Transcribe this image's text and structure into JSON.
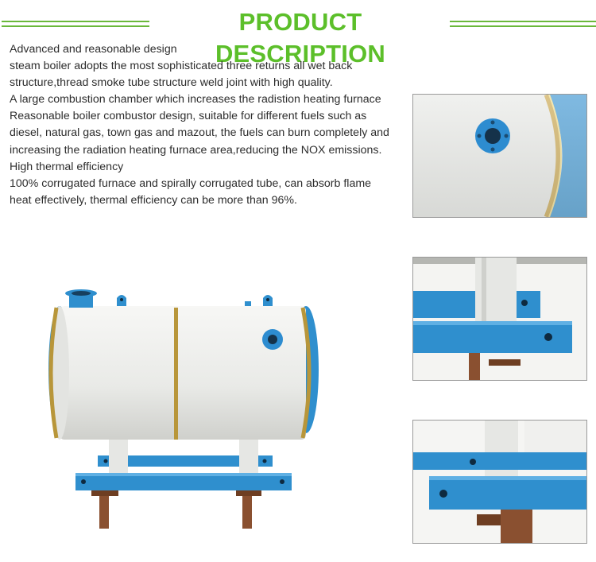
{
  "header": {
    "title": "PRODUCT DESCRIPTION"
  },
  "description": {
    "lines": [
      "Advanced and reasonable design",
      "steam boiler adopts the most sophisticated three returns all wet back",
      "structure,thread smoke tube structure weld joint with high quality.",
      "A large combustion chamber which increases the radistion heating furnace",
      "Reasonable boiler combustor design, suitable for different fuels such as",
      "diesel, natural gas, town gas and mazout, the fuels can burn completely and",
      "increasing the radiation heating furnace area,reducing the NOX emissions.",
      "High thermal efficiency",
      "100% corrugated furnace and spirally corrugated tube, can absorb flame",
      "heat effectively, thermal efficiency can be more than 96%."
    ]
  },
  "colors": {
    "title_green": "#5cbf2a",
    "line_green": "#6ab83a",
    "boiler_body": "#ecedea",
    "frame_blue": "#2f8fce",
    "band_gold": "#b8963a",
    "steel_rust": "#8a5030"
  },
  "images": {
    "main": "boiler-full-view-photo",
    "top": "boiler-flange-closeup-photo",
    "middle": "boiler-saddle-support-closeup-photo",
    "bottom": "boiler-base-frame-closeup-photo"
  }
}
